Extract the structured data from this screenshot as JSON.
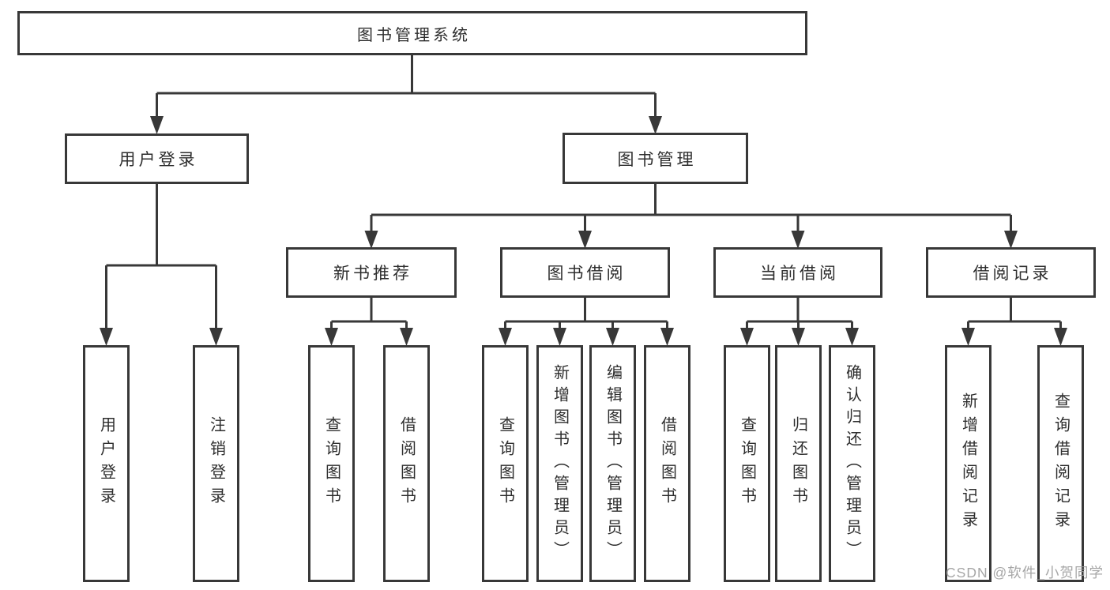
{
  "tree": {
    "label": "图书管理系统",
    "children": [
      {
        "label": "用户登录",
        "children": [
          {
            "label": "用户登录"
          },
          {
            "label": "注销登录"
          }
        ]
      },
      {
        "label": "图书管理",
        "children": [
          {
            "label": "新书推荐",
            "children": [
              {
                "label": "查询图书"
              },
              {
                "label": "借阅图书"
              }
            ]
          },
          {
            "label": "图书借阅",
            "children": [
              {
                "label": "查询图书"
              },
              {
                "label": "新增图书（管理员）"
              },
              {
                "label": "编辑图书（管理员）"
              },
              {
                "label": "借阅图书"
              }
            ]
          },
          {
            "label": "当前借阅",
            "children": [
              {
                "label": "查询图书"
              },
              {
                "label": "归还图书"
              },
              {
                "label": "确认归还（管理员）"
              }
            ]
          },
          {
            "label": "借阅记录",
            "children": [
              {
                "label": "新增借阅记录"
              },
              {
                "label": "查询借阅记录"
              }
            ]
          }
        ]
      }
    ]
  },
  "watermark": "CSDN @软件_小贺同学",
  "colors": {
    "line": "#383838",
    "text": "#2e2e2e",
    "watermark": "#9a9a9a",
    "background": "#ffffff"
  }
}
